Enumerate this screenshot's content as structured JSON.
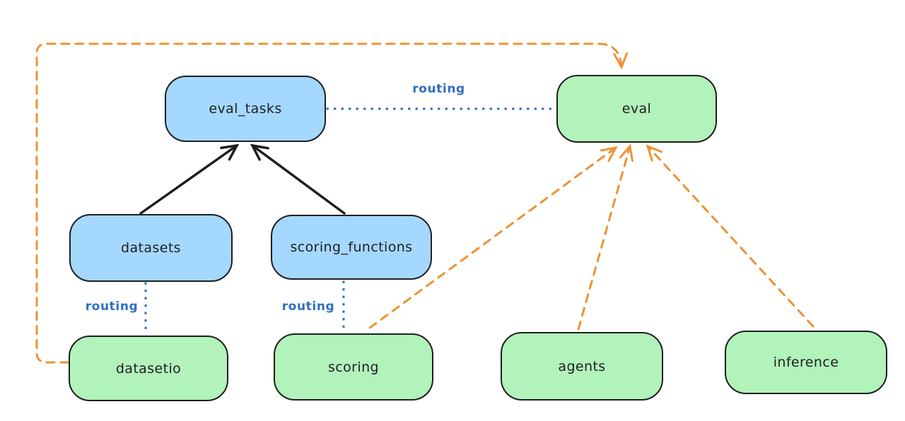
{
  "nodes": {
    "eval_tasks": {
      "label": "eval_tasks",
      "fill": "#a5d8ff"
    },
    "eval": {
      "label": "eval",
      "fill": "#b2f2bb"
    },
    "datasets": {
      "label": "datasets",
      "fill": "#a5d8ff"
    },
    "scoring_functions": {
      "label": "scoring_functions",
      "fill": "#a5d8ff"
    },
    "datasetio": {
      "label": "datasetio",
      "fill": "#b2f2bb"
    },
    "scoring": {
      "label": "scoring",
      "fill": "#b2f2bb"
    },
    "agents": {
      "label": "agents",
      "fill": "#b2f2bb"
    },
    "inference": {
      "label": "inference",
      "fill": "#b2f2bb"
    }
  },
  "labels": {
    "routing": "routing"
  },
  "edges": [
    {
      "from": "datasets",
      "to": "eval_tasks",
      "style": "solid",
      "color": "#1e1e1e",
      "arrowhead": "end"
    },
    {
      "from": "scoring_functions",
      "to": "eval_tasks",
      "style": "solid",
      "color": "#1e1e1e",
      "arrowhead": "end"
    },
    {
      "from": "eval_tasks",
      "to": "eval",
      "style": "dotted",
      "color": "#2f6ec2",
      "label": "routing"
    },
    {
      "from": "datasets",
      "to": "datasetio",
      "style": "dotted",
      "color": "#2f6ec2",
      "label": "routing"
    },
    {
      "from": "scoring_functions",
      "to": "scoring",
      "style": "dotted",
      "color": "#2f6ec2",
      "label": "routing"
    },
    {
      "from": "datasetio",
      "to": "eval",
      "style": "dashed",
      "color": "#ec9335",
      "arrowhead": "end"
    },
    {
      "from": "scoring",
      "to": "eval",
      "style": "dashed",
      "color": "#ec9335",
      "arrowhead": "end"
    },
    {
      "from": "agents",
      "to": "eval",
      "style": "dashed",
      "color": "#ec9335",
      "arrowhead": "end"
    },
    {
      "from": "inference",
      "to": "eval",
      "style": "dashed",
      "color": "#ec9335",
      "arrowhead": "end"
    }
  ],
  "colors": {
    "node_blue_fill": "#a5d8ff",
    "node_green_fill": "#b2f2bb",
    "stroke_dark": "#1e1e1e",
    "routing_blue": "#2f6ec2",
    "provider_orange": "#ec9335",
    "canvas_bg": "#ffffff"
  }
}
